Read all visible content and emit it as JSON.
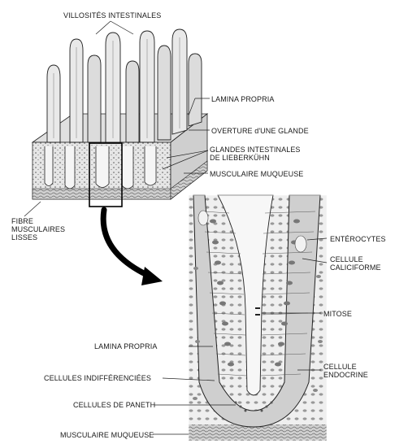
{
  "labels": {
    "villosites": "VILLOSITÉS INTESTINALES",
    "lamina_propria_top": "LAMINA PROPRIA",
    "ouverture": "OVERTURE d'UNE GLANDE",
    "glandes_1": "GLANDES INTESTINALES",
    "glandes_2": "DE LIEBERKÜHN",
    "musculaire_top": "MUSCULAIRE MUQUEUSE",
    "fibre_1": "FIBRE",
    "fibre_2": "MUSCULAIRES",
    "fibre_3": "LISSES",
    "enterocytes": "ENTÉROCYTES",
    "caliciforme_1": "CELLULE",
    "caliciforme_2": "CALICIFORME",
    "mitose": "MITOSE",
    "lamina_propria_bottom": "LAMINA PROPRIA",
    "endocrine_1": "CELLULE",
    "endocrine_2": "ENDOCRINE",
    "indifferenciees": "CELLULES INDIFFÉRENCIÉES",
    "paneth": "CELLULES DE PANETH",
    "musculaire_bottom": "MUSCULAIRE MUQUEUSE"
  },
  "colors": {
    "ink": "#1a1a1a",
    "tissue": "#d9d9d9",
    "tissue_light": "#ececec",
    "arrow": "#000000"
  }
}
